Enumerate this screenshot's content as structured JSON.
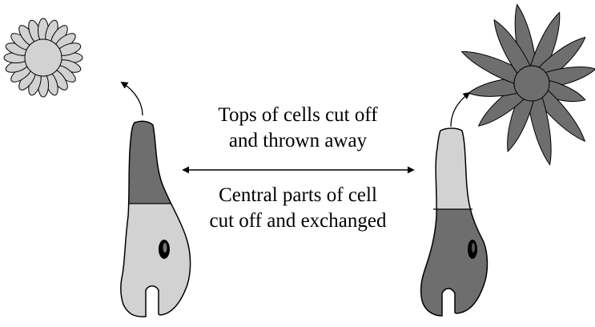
{
  "labels": {
    "top_line1": "Tops of cells cut off",
    "top_line2": "and thrown away",
    "bottom_line1": "Central parts of cell",
    "bottom_line2": "cut off and exchanged"
  },
  "colors": {
    "dark_gray": "#6e6e6e",
    "light_gray": "#d2d2d2",
    "outline": "#000000"
  }
}
